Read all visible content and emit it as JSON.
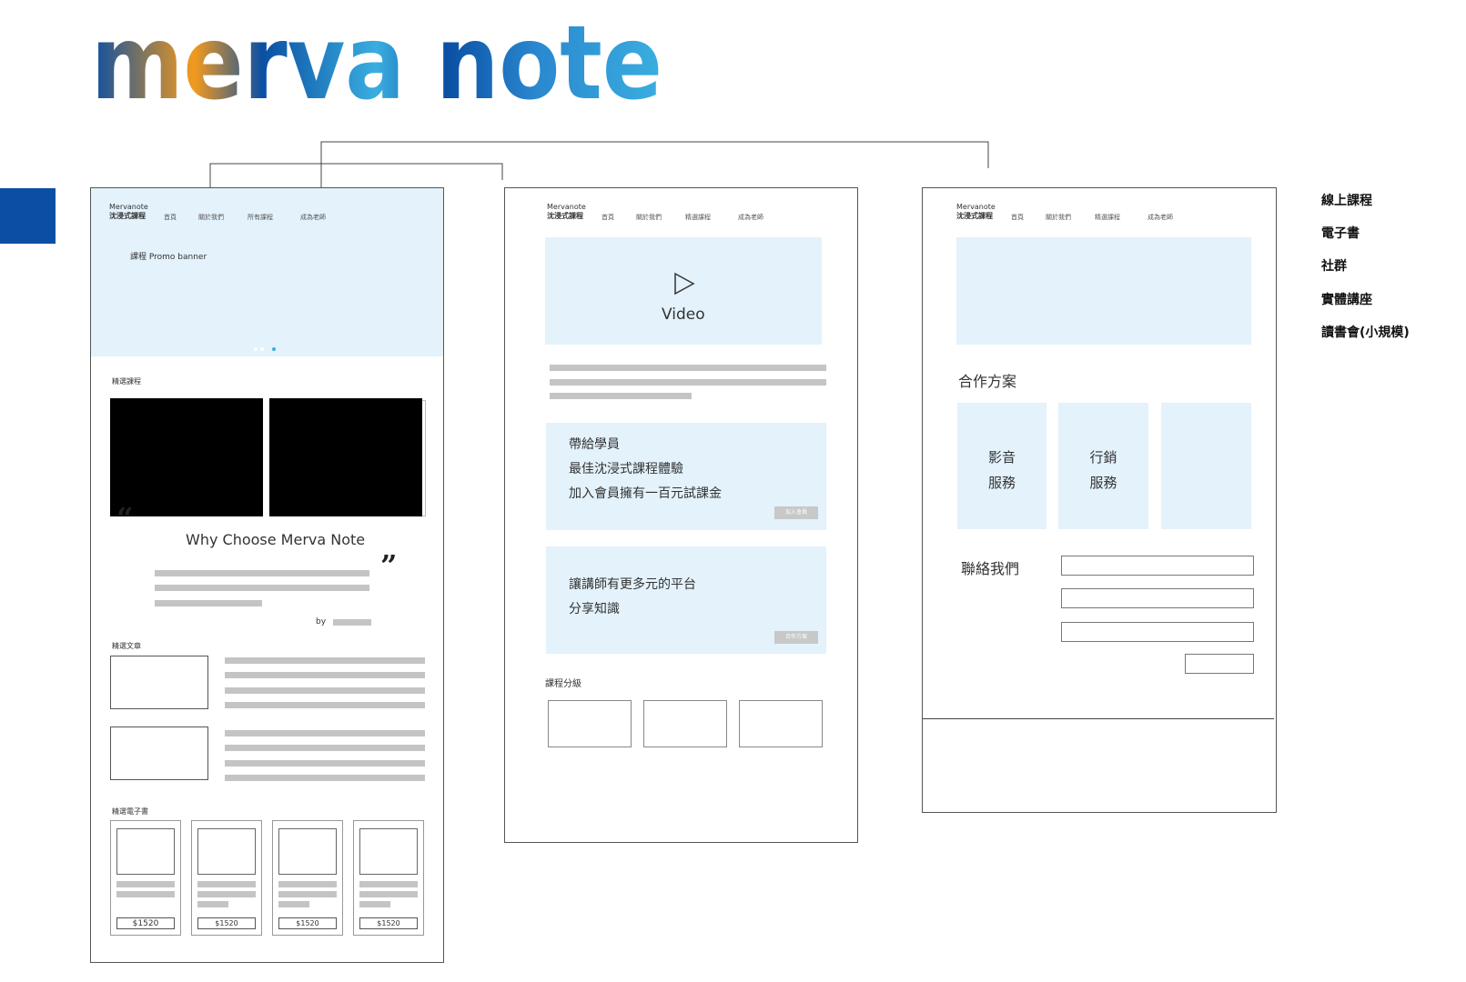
{
  "logo": {
    "text": "merva note"
  },
  "frame1": {
    "brand_en": "Mervanote",
    "brand_zh": "沈浸式課程",
    "nav": [
      "首頁",
      "關於我們",
      "所有課程",
      "成為老師"
    ],
    "banner_label": "課程 Promo banner",
    "featured_courses_label": "精選課程",
    "why_title": "Why Choose Merva Note",
    "by_label": "by",
    "featured_articles_label": "精選文章",
    "featured_ebooks_label": "精選電子書",
    "ebooks": [
      {
        "price": "$1520"
      },
      {
        "price": "$1520"
      },
      {
        "price": "$1520"
      },
      {
        "price": "$1520"
      }
    ]
  },
  "frame2": {
    "brand_en": "Mervanote",
    "brand_zh": "沈浸式課程",
    "nav": [
      "首頁",
      "關於我們",
      "精選課程",
      "成為老師"
    ],
    "video_label": "Video",
    "card1_lines": [
      "帶給學員",
      "最佳沈浸式課程體驗",
      "加入會員擁有一百元試課金"
    ],
    "card1_button": "加入會員",
    "card2_lines": [
      "讓講師有更多元的平台",
      "分享知識"
    ],
    "card2_button": "合作方案",
    "course_levels_label": "課程分級"
  },
  "frame3": {
    "brand_en": "Mervanote",
    "brand_zh": "沈浸式課程",
    "nav": [
      "首頁",
      "關於我們",
      "精選課程",
      "成為老師"
    ],
    "partnership_title": "合作方案",
    "services": [
      {
        "line1": "影音",
        "line2": "服務"
      },
      {
        "line1": "行銷",
        "line2": "服務"
      },
      {
        "line1": "",
        "line2": ""
      }
    ],
    "contact_title": "聯絡我們"
  },
  "side_menu": [
    "線上課程",
    "電子書",
    "社群",
    "實體講座",
    "讀書會(小規模)"
  ],
  "colors": {
    "brand_blue": "#0a4fa3",
    "light_blue": "#e3f2fb",
    "orange": "#f39a1e",
    "cyan": "#3aaee0",
    "gray": "#c4c4c4"
  }
}
